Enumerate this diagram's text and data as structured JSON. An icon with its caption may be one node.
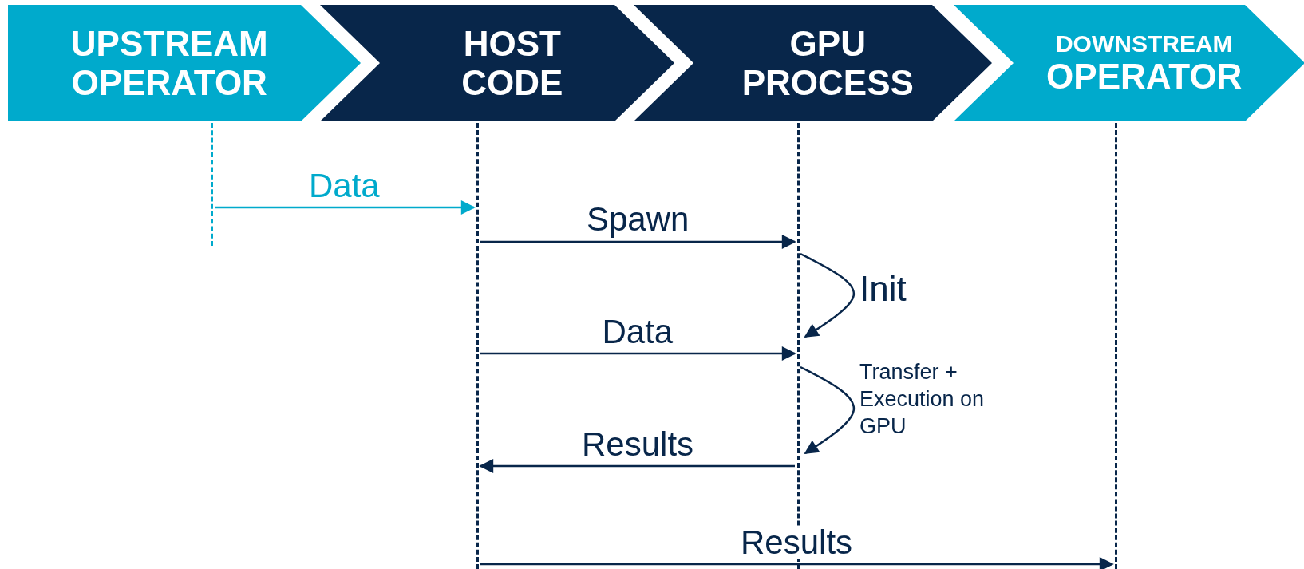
{
  "diagram": {
    "nodes": [
      {
        "text": [
          "UPSTREAM OPERATOR"
        ]
      },
      {
        "text": [
          "HOST CODE"
        ]
      },
      {
        "text": [
          "GPU PROCESS"
        ]
      },
      {
        "text": [
          "DOWNSTREAM OPERATOR"
        ]
      },
      {
        "text": [],
        "shape": "bar"
      },
      {
        "text": [],
        "shape": "bar"
      },
      {
        "text": [],
        "shape": "bar"
      },
      {
        "text": [],
        "shape": "bar"
      }
    ],
    "edges": [
      {
        "from": 4,
        "to": 5,
        "arrow": "to",
        "label": "Data",
        "color": "#00aacc"
      },
      {
        "from": 5,
        "to": 6,
        "arrow": "to",
        "label": "Spawn"
      },
      {
        "from": 6,
        "to": 6,
        "arrow": "to",
        "label": "Init"
      },
      {
        "from": 5,
        "to": 6,
        "arrow": "to",
        "label": "Data"
      },
      {
        "from": 6,
        "to": 6,
        "arrow": "to",
        "label": "Transfer + Execution on GPU"
      },
      {
        "from": 6,
        "to": 5,
        "arrow": "to",
        "label": "Results"
      },
      {
        "from": 5,
        "to": 7,
        "arrow": "to",
        "label": "Results"
      }
    ]
  }
}
